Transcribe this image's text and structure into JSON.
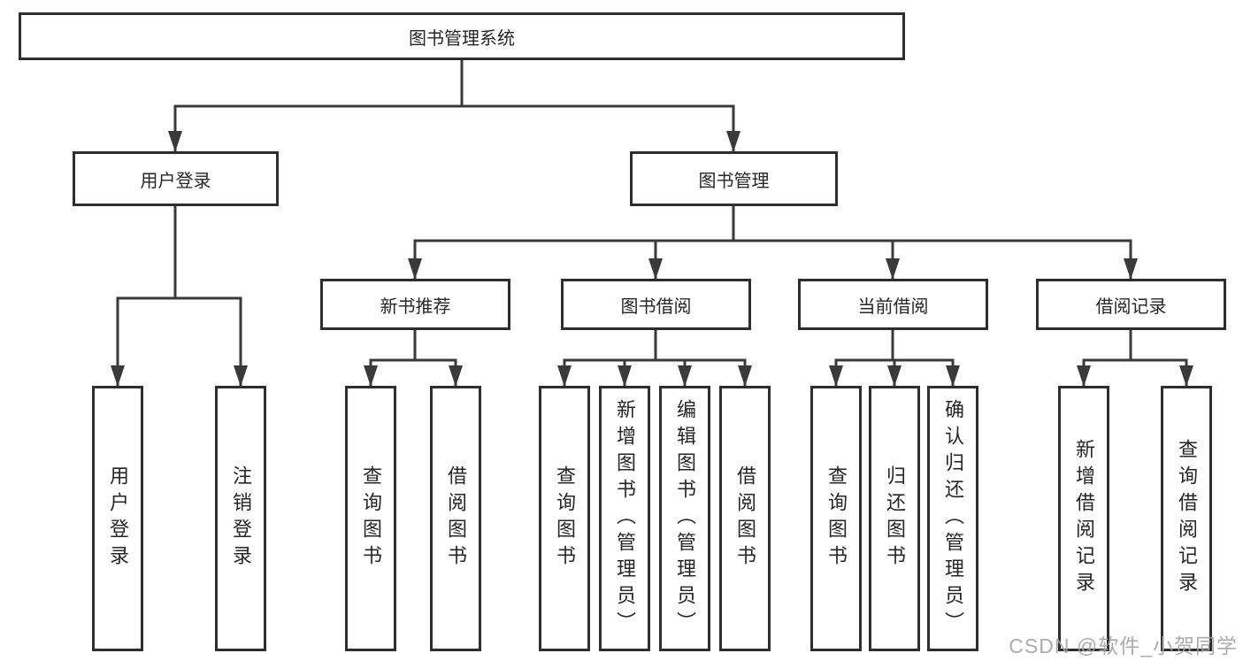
{
  "diagram": {
    "root_label": "图书管理系统",
    "user_login": {
      "label": "用户登录",
      "children": [
        "用户登录",
        "注销登录"
      ]
    },
    "book_mgmt": {
      "label": "图书管理",
      "groups": [
        {
          "label": "新书推荐",
          "children": [
            "查询图书",
            "借阅图书"
          ]
        },
        {
          "label": "图书借阅",
          "children": [
            "查询图书",
            "新增图书（管理员）",
            "编辑图书（管理员）",
            "借阅图书"
          ]
        },
        {
          "label": "当前借阅",
          "children": [
            "查询图书",
            "归还图书",
            "确认归还（管理员）"
          ]
        },
        {
          "label": "借阅记录",
          "children": [
            "新增借阅记录",
            "查询借阅记录"
          ]
        }
      ]
    }
  },
  "watermark": "CSDN @软件_小贺同学",
  "colors": {
    "line": "#3a3a3a",
    "box_border": "#2e2e2e",
    "text": "#262626",
    "watermark": "#a3a3a3",
    "background": "#ffffff"
  }
}
